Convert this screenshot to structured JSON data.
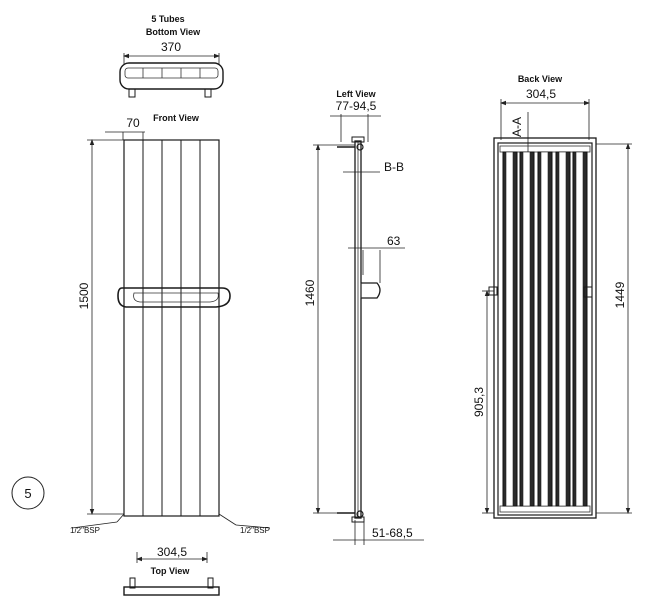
{
  "bottom_view": {
    "title_line1": "5 Tubes",
    "title_line2": "Bottom View",
    "width_dim": "370"
  },
  "front_view": {
    "title": "Front View",
    "tube_width_dim": "70",
    "height_dim": "1500",
    "connection_left": "1/2\"BSP",
    "connection_right": "1/2\"BSP"
  },
  "top_view": {
    "title": "Top View",
    "width_dim": "304,5"
  },
  "left_view": {
    "title": "Left View",
    "depth_dim": "77-94,5",
    "section_label": "B-B",
    "bracket_dim": "63",
    "height_dim": "1460",
    "bottom_depth_dim": "51-68,5"
  },
  "back_view": {
    "title": "Back View",
    "width_dim": "304,5",
    "section_label": "A-A",
    "height_dim": "1449",
    "bracket_height_dim": "905,3"
  },
  "badge": {
    "tube_count": "5"
  }
}
